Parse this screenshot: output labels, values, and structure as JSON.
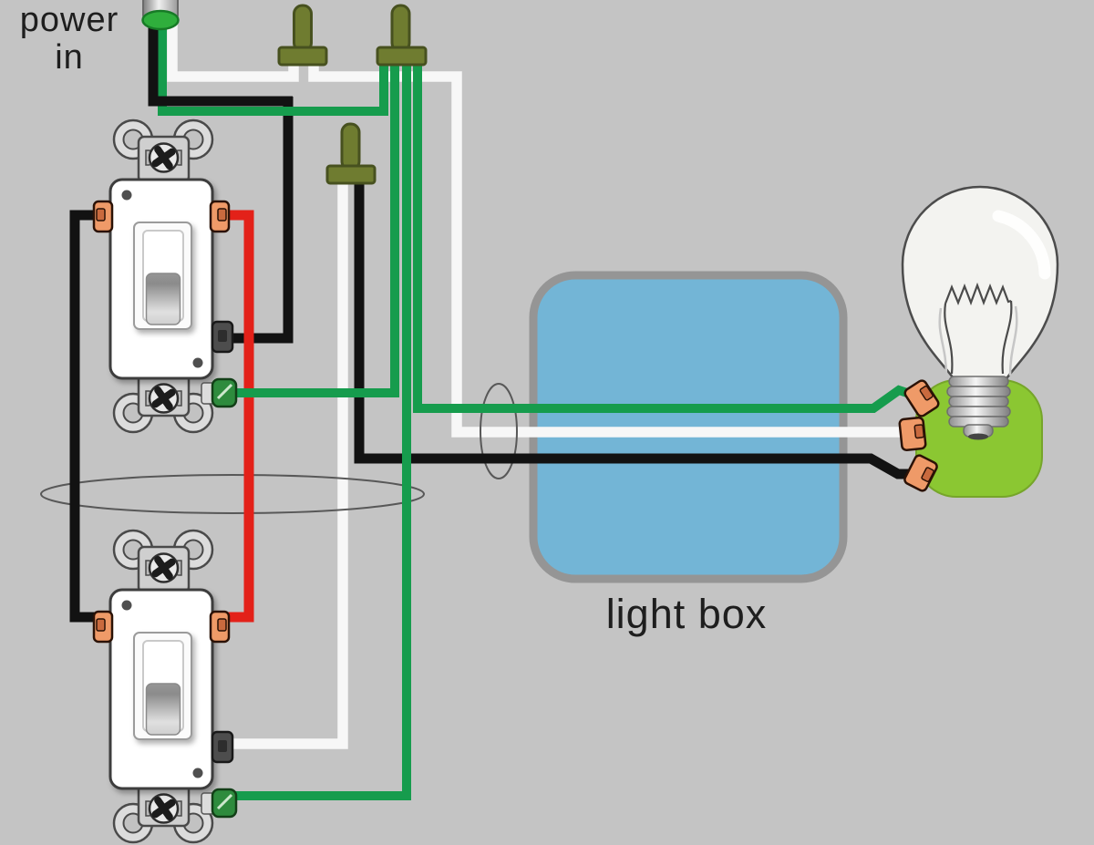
{
  "diagram": {
    "labels": {
      "power_in_line1": "power",
      "power_in_line2": "in",
      "light_box": "light box"
    },
    "components": [
      "power-in-cable",
      "wire-nut-1",
      "wire-nut-2",
      "wire-nut-3",
      "toggle-switch-1",
      "toggle-switch-2",
      "light-box",
      "light-bulb",
      "bulb-socket",
      "cable-run-ellipse-horizontal",
      "cable-run-ellipse-vertical"
    ],
    "wires": [
      {
        "name": "hot-power-to-switch1-common",
        "color": "black"
      },
      {
        "name": "neutral-power-to-wire-nut-1",
        "color": "white"
      },
      {
        "name": "neutral-wire-nut-1-to-bulb",
        "color": "white"
      },
      {
        "name": "ground-power-to-wire-nut-2",
        "color": "green"
      },
      {
        "name": "ground-wire-nut-2-to-switch1",
        "color": "green"
      },
      {
        "name": "ground-wire-nut-2-to-switch2",
        "color": "green"
      },
      {
        "name": "ground-wire-nut-2-to-bulb",
        "color": "green"
      },
      {
        "name": "traveler-switch1-to-switch2",
        "color": "black"
      },
      {
        "name": "traveler-switch1-to-switch2",
        "color": "red"
      },
      {
        "name": "switch2-common-to-wire-nut-3",
        "color": "white"
      },
      {
        "name": "switched-hot-wire-nut-3-to-bulb",
        "color": "black"
      }
    ]
  },
  "colors": {
    "background": "#c4c4c4",
    "label_text": "#1e1e1e",
    "wire_black": "#121212",
    "wire_white": "#f7f7f7",
    "wire_red": "#e32119",
    "wire_green": "#169c4d",
    "wire_nut": "#6f7c30",
    "wire_nut_outline": "#47511f",
    "light_box_fill": "#73b5d6",
    "light_box_border": "#959595",
    "socket_green": "#8bc732",
    "terminal_orange": "#ef9a68"
  }
}
